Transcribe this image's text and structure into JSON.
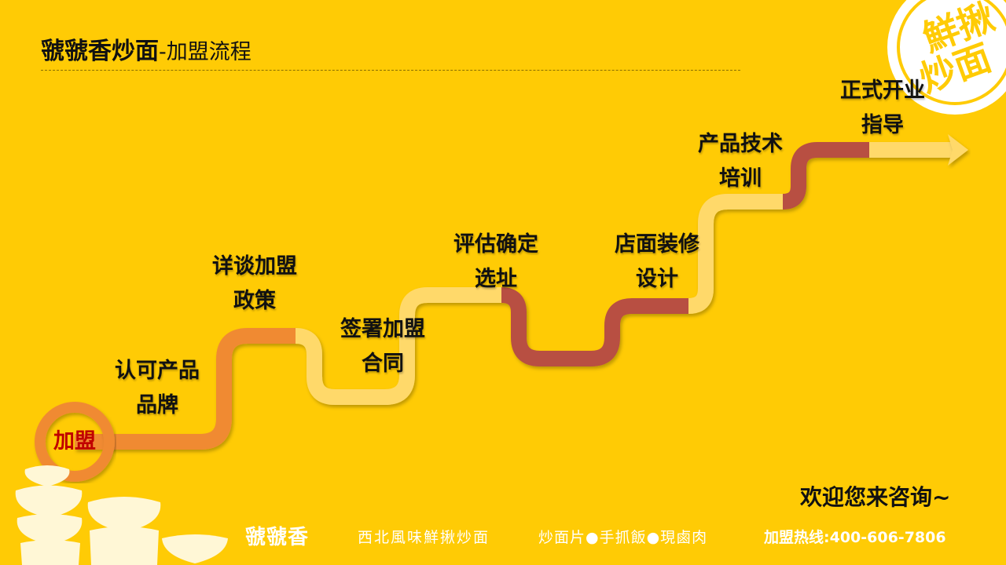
{
  "header": {
    "brand": "虢虢香炒面",
    "subtitle": "-加盟流程"
  },
  "seal": {
    "line1": "鮮揪",
    "line2": "炒面"
  },
  "start": {
    "label": "加盟"
  },
  "steps": [
    {
      "line1": "认可产品",
      "line2": "品牌"
    },
    {
      "line1": "详谈加盟",
      "line2": "政策"
    },
    {
      "line1": "签署加盟",
      "line2": "合同"
    },
    {
      "line1": "评估确定",
      "line2": "选址"
    },
    {
      "line1": "店面装修",
      "line2": "设计"
    },
    {
      "line1": "产品技术",
      "line2": "培训"
    },
    {
      "line1": "正式开业",
      "line2": "指导"
    }
  ],
  "cta": "欢迎您来咨询~",
  "footer": {
    "brand": "虢虢香",
    "tagline": "西北風味鮮揪炒面",
    "products": "炒面片●手抓飯●現鹵肉",
    "hotline": "加盟热线:400-606-7806"
  },
  "colors": {
    "background": "#FFCB05",
    "orange": "#F08A33",
    "light_yellow": "#FFD96B",
    "brown": "#B85043",
    "start_circle": "#F08A33",
    "start_text": "#C00000"
  }
}
